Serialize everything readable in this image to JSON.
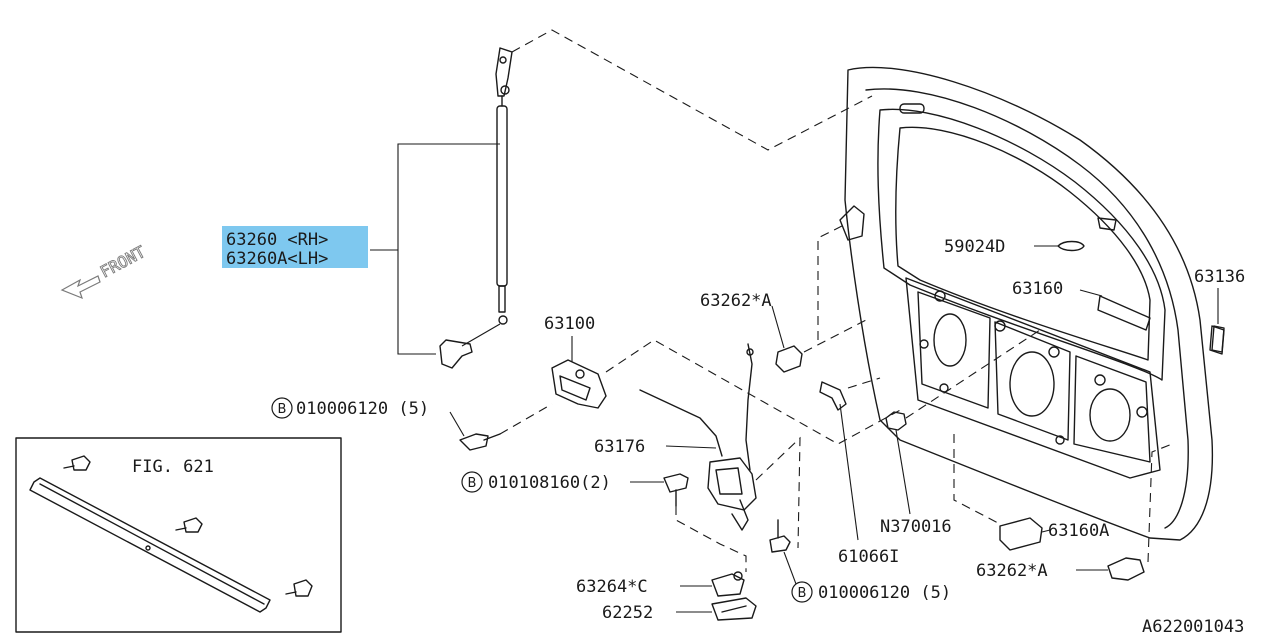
{
  "diagram_id": "A622001043",
  "front_label": "FRONT",
  "fig_ref": "FIG. 621",
  "bolt_symbol": "B",
  "highlight_color": "#7ec8ef",
  "parts": {
    "strut_rh": "63260 <RH>",
    "strut_lh": "63260A<LH>",
    "latch": "63100",
    "bolt_top": "010006120 (5)",
    "rod": "63176",
    "bolt_mid": "010108160(2)",
    "striker_cover": "63264*C",
    "striker": "62252",
    "bolt_bottom": "010006120 (5)",
    "stopper_top": "63262*A",
    "stopper_bottom": "63262*A",
    "clip": "61066I",
    "nut": "N370016",
    "handle": "63160A",
    "grommet": "59024D",
    "handle_upper": "63160",
    "label_part": "63136"
  }
}
